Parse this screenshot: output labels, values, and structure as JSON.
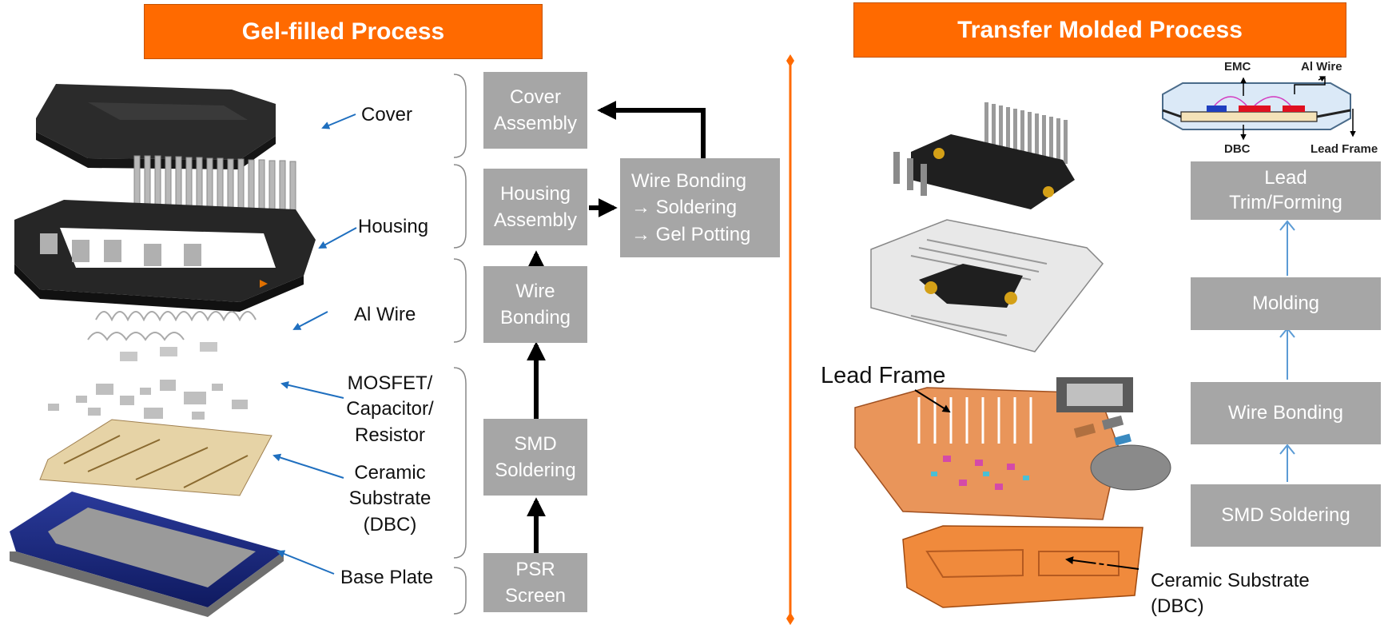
{
  "left": {
    "title": "Gel-filled Process",
    "parts": [
      "Cover",
      "Housing",
      "Al Wire",
      "MOSFET/",
      "Capacitor/",
      "Resistor",
      "Ceramic",
      "Substrate",
      "(DBC)",
      "Base Plate"
    ],
    "steps": {
      "cover_assembly": [
        "Cover",
        "Assembly"
      ],
      "housing_assembly": [
        "Housing",
        "Assembly"
      ],
      "wire_bonding": [
        "Wire",
        "Bonding"
      ],
      "smd_soldering": [
        "SMD",
        "Soldering"
      ],
      "psr_screen": [
        "PSR",
        "Screen"
      ],
      "combo": [
        "Wire Bonding",
        "→ Soldering",
        "→ Gel Potting"
      ]
    }
  },
  "right": {
    "title": "Transfer Molded Process",
    "cross_section": {
      "emc": "EMC",
      "al_wire": "Al Wire",
      "dbc": "DBC",
      "lead_frame": "Lead Frame"
    },
    "steps": {
      "lead_trim": [
        "Lead",
        "Trim/Forming"
      ],
      "molding": "Molding",
      "wire_bonding": "Wire Bonding",
      "smd_soldering": "SMD Soldering"
    },
    "labels": {
      "lead_frame": "Lead Frame",
      "ceramic": [
        "Ceramic Substrate",
        "(DBC)"
      ]
    }
  },
  "colors": {
    "accent": "#ff6a00",
    "step_box": "#a6a6a6",
    "arrow_blue": "#1f6fbf",
    "flow_blue": "#5b9bd5",
    "copper": "#e9955a"
  }
}
